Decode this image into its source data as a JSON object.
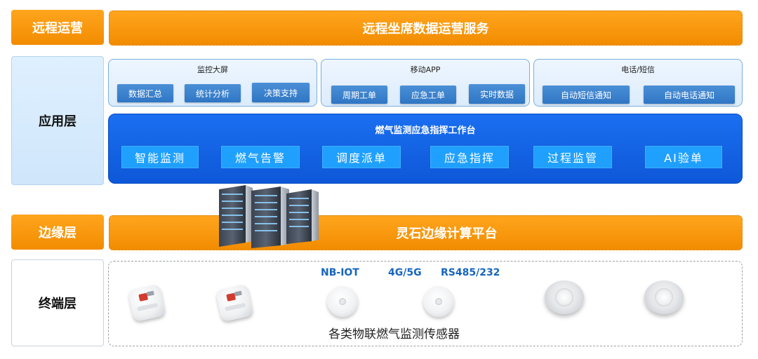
{
  "layers": {
    "remote_ops": "远程运营",
    "application": "应用层",
    "edge": "边缘层",
    "terminal": "终端层"
  },
  "remote_bar": "远程坐席数据运营服务",
  "groups": [
    {
      "title": "监控大屏",
      "items": [
        "数据汇总",
        "统计分析",
        "决策支持"
      ]
    },
    {
      "title": "移动APP",
      "items": [
        "周期工单",
        "应急工单",
        "实时数据"
      ]
    },
    {
      "title": "电话/短信",
      "items": [
        "自动短信通知",
        "自动电话通知"
      ]
    }
  ],
  "platform": {
    "title": "燃气监测应急指挥工作台",
    "modules": [
      "智能监测",
      "燃气告警",
      "调度派单",
      "应急指挥",
      "过程监管",
      "AI验单"
    ]
  },
  "edge_bar": "灵石边缘计算平台",
  "protocols": [
    "NB-IOT",
    "4G/5G",
    "RS485/232"
  ],
  "terminal_caption": "各类物联燃气监测传感器",
  "icons": {
    "server": "server-rack-icon",
    "sensor": "gas-sensor-icon"
  },
  "colors": {
    "orange": "#f7960f",
    "blue": "#1a6ff0",
    "module": "#1fa0ff",
    "protocol": "#1565c0"
  }
}
